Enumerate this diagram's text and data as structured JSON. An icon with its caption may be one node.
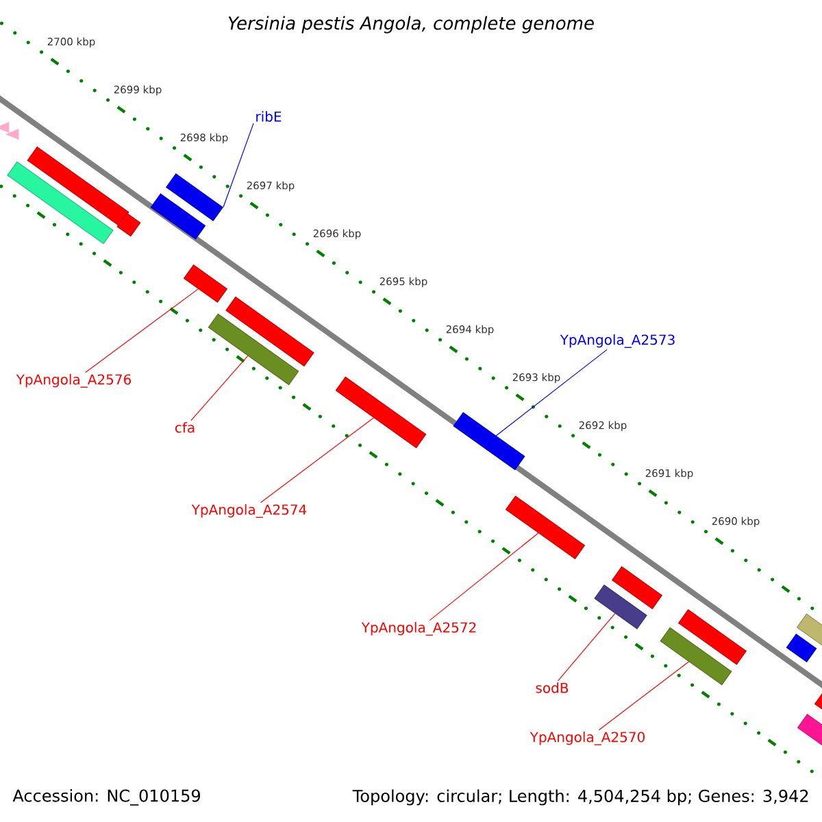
{
  "diagram": {
    "title": "*Yersinia pestis* Angola, complete genome",
    "nodes": [
      {
        "text": [
          "ribE"
        ]
      },
      {
        "text": [
          "YpAngola_A2573"
        ]
      },
      {
        "text": [
          "YpAngola_A2576"
        ]
      },
      {
        "text": [
          "cfa"
        ]
      },
      {
        "text": [
          "YpAngola_A2574"
        ]
      },
      {
        "text": [
          "YpAngola_A2572"
        ]
      },
      {
        "text": [
          "sodB"
        ]
      },
      {
        "text": [
          "YpAngola_A2570"
        ]
      },
      {
        "text": [],
        "shape": "triangle"
      },
      {
        "text": [],
        "shape": "triangle"
      },
      {
        "text": [],
        "shape": "bar"
      },
      {
        "text": [],
        "shape": "bar"
      },
      {
        "text": [],
        "shape": "bar"
      },
      {
        "text": [],
        "shape": "bar"
      },
      {
        "text": [],
        "shape": "bar"
      },
      {
        "text": [],
        "shape": "bar"
      },
      {
        "text": [],
        "shape": "bar"
      },
      {
        "text": [],
        "shape": "bar"
      },
      {
        "text": [],
        "shape": "bar"
      },
      {
        "text": [],
        "shape": "bar"
      },
      {
        "text": [],
        "shape": "bar"
      },
      {
        "text": [],
        "shape": "bar"
      },
      {
        "text": [],
        "shape": "bar"
      },
      {
        "text": [],
        "shape": "bar"
      },
      {
        "text": [],
        "shape": "bar"
      },
      {
        "text": [],
        "shape": "bar"
      },
      {
        "text": [],
        "shape": "bar"
      },
      {
        "text": [],
        "shape": "bar"
      },
      {
        "text": [],
        "shape": "bar"
      }
    ],
    "edges": [
      {
        "from": 0,
        "to": 14,
        "arrow": "none",
        "color": "#0000ff"
      },
      {
        "from": 1,
        "to": 19,
        "arrow": "none",
        "color": "#0000ff"
      },
      {
        "from": 2,
        "to": 15,
        "arrow": "none"
      },
      {
        "from": 3,
        "to": 16,
        "arrow": "none"
      },
      {
        "from": 4,
        "to": 18,
        "arrow": "none"
      },
      {
        "from": 5,
        "to": 20,
        "arrow": "none"
      },
      {
        "from": 6,
        "to": 21,
        "arrow": "none"
      },
      {
        "from": 7,
        "to": 23,
        "arrow": "none"
      }
    ],
    "labels": [
      "2700 kbp",
      "2699 kbp",
      "2698 kbp",
      "2697 kbp",
      "2696 kbp",
      "2695 kbp",
      "2694 kbp",
      "2693 kbp",
      "2692 kbp",
      "2691 kbp",
      "2690 kbp",
      "Accession: NC_010159",
      "Topology: circular; Length: 4,504,254 bp; Genes: 3,942"
    ]
  }
}
